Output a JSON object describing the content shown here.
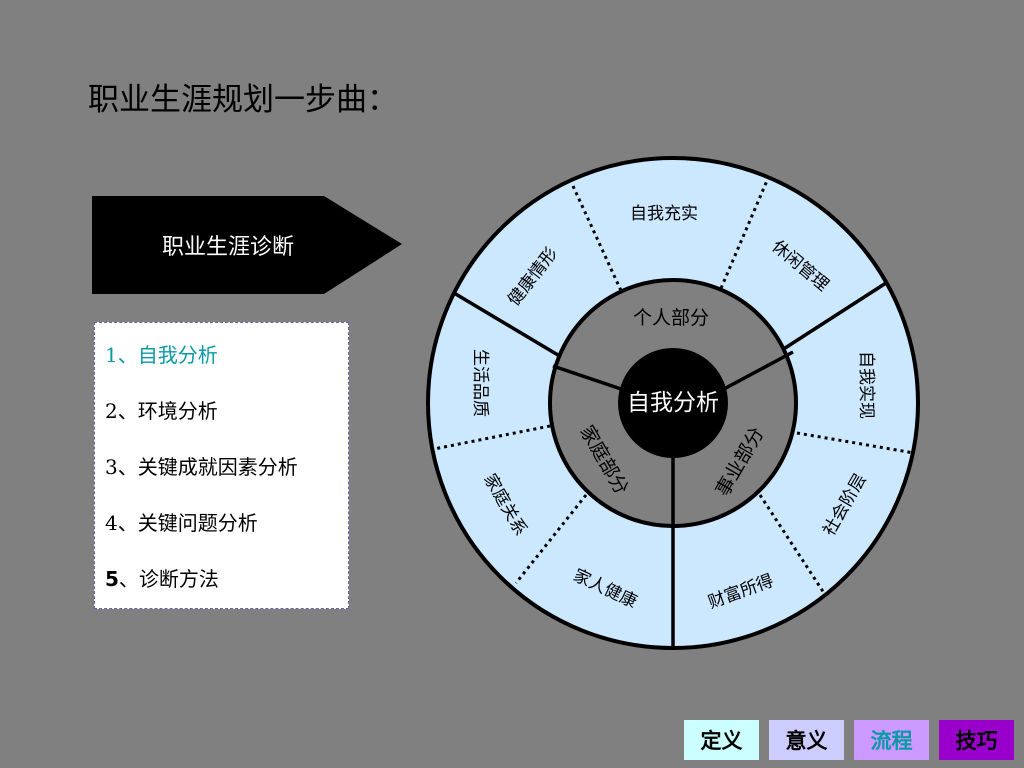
{
  "title": "职业生涯规划一步曲：",
  "banner": {
    "label": "职业生涯诊断"
  },
  "steps": [
    {
      "num": "1",
      "sep": "、",
      "text": "自我分析"
    },
    {
      "num": "2",
      "sep": "、",
      "text": "环境分析"
    },
    {
      "num": "3",
      "sep": "、",
      "text": "关键成就因素分析"
    },
    {
      "num": "4",
      "sep": "、",
      "text": "关键问题分析"
    },
    {
      "num": "5",
      "sep": "、",
      "text": "诊断方法"
    }
  ],
  "wheel": {
    "center": "自我分析",
    "inner": [
      "个人部分",
      "事业部分",
      "家庭部分"
    ],
    "outer": [
      "自我充实",
      "休闲管理",
      "自我实现",
      "社会阶层",
      "财富所得",
      "家人健康",
      "家庭关系",
      "生活品质",
      "健康情形"
    ]
  },
  "nav": [
    {
      "label": "定义",
      "bg": "#ccffff",
      "color": "#000000"
    },
    {
      "label": "意义",
      "bg": "#ccccff",
      "color": "#000000"
    },
    {
      "label": "流程",
      "bg": "#cc99ff",
      "color": "#0a9aa5"
    },
    {
      "label": "技巧",
      "bg": "#9900cc",
      "color": "#000000"
    }
  ],
  "colors": {
    "background": "#808080",
    "wheel_fill": "#cce8ff",
    "active_step": "#0a9aa5"
  }
}
